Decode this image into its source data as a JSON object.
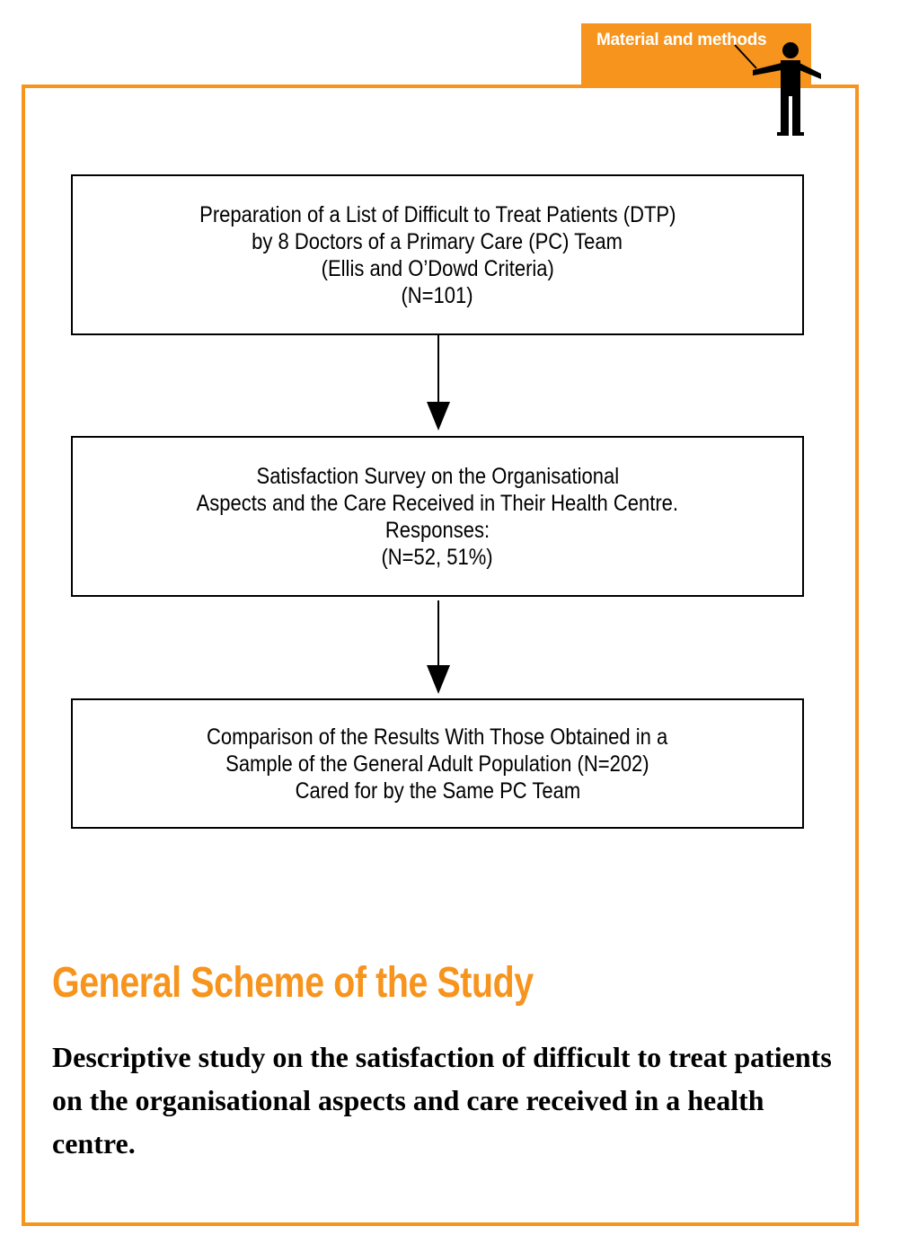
{
  "header": {
    "tab_label": "Material and methods"
  },
  "flowchart": {
    "boxes": [
      {
        "lines": [
          "Preparation of a List of Difficult to Treat Patients (DTP)",
          "by 8 Doctors of a Primary Care (PC) Team",
          "(Ellis and O’Dowd Criteria)",
          "(N=101)"
        ]
      },
      {
        "lines": [
          "Satisfaction Survey on the Organisational",
          "Aspects and the Care Received in Their Health Centre.",
          "Responses:",
          "(N=52, 51%)"
        ]
      },
      {
        "lines": [
          "Comparison of the Results With Those Obtained in a",
          "Sample of the General Adult Population (N=202)",
          "Cared for by the Same PC Team"
        ]
      }
    ]
  },
  "caption": {
    "title": "General Scheme of the Study",
    "description": "Descriptive study on the satisfaction of difficult to treat patients on the organisational aspects and care received in a health centre."
  },
  "colors": {
    "accent": "#f7941d",
    "text": "#000000",
    "background": "#ffffff"
  },
  "icons": {
    "presenter": "presenter-icon"
  }
}
